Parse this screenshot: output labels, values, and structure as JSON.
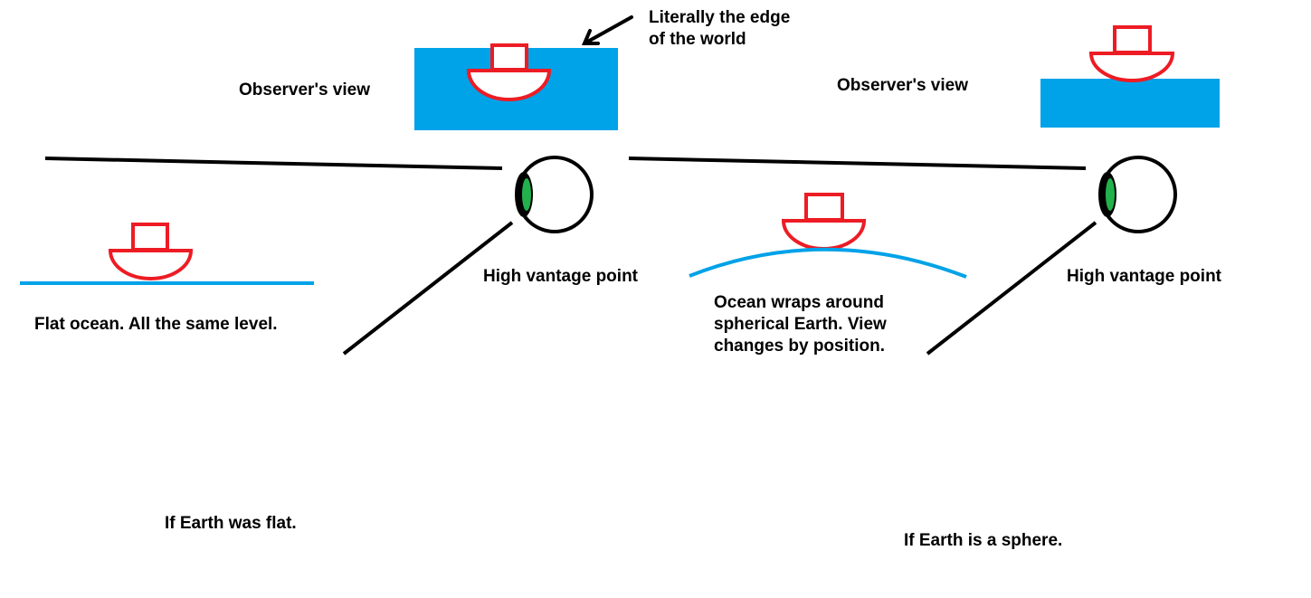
{
  "flat": {
    "observer_view_label": "Observer's view",
    "edge_annotation": [
      "Literally the edge",
      "of the world"
    ],
    "vantage_label": "High vantage point",
    "ocean_label": "Flat ocean. All the same level.",
    "caption": "If Earth was flat."
  },
  "sphere": {
    "observer_view_label": "Observer's view",
    "vantage_label": "High vantage point",
    "ocean_label": [
      "Ocean wraps around",
      "spherical Earth. View",
      "changes by position."
    ],
    "caption": "If Earth is a sphere."
  },
  "colors": {
    "ocean": "#00a2e8",
    "ocean_line": "#00a2e8",
    "boat": "#ed1c24",
    "line": "#000000",
    "iris": "#22b14c"
  },
  "icons": {
    "boat": "boat-icon",
    "eye": "eye-icon",
    "arrow": "arrow-icon"
  }
}
